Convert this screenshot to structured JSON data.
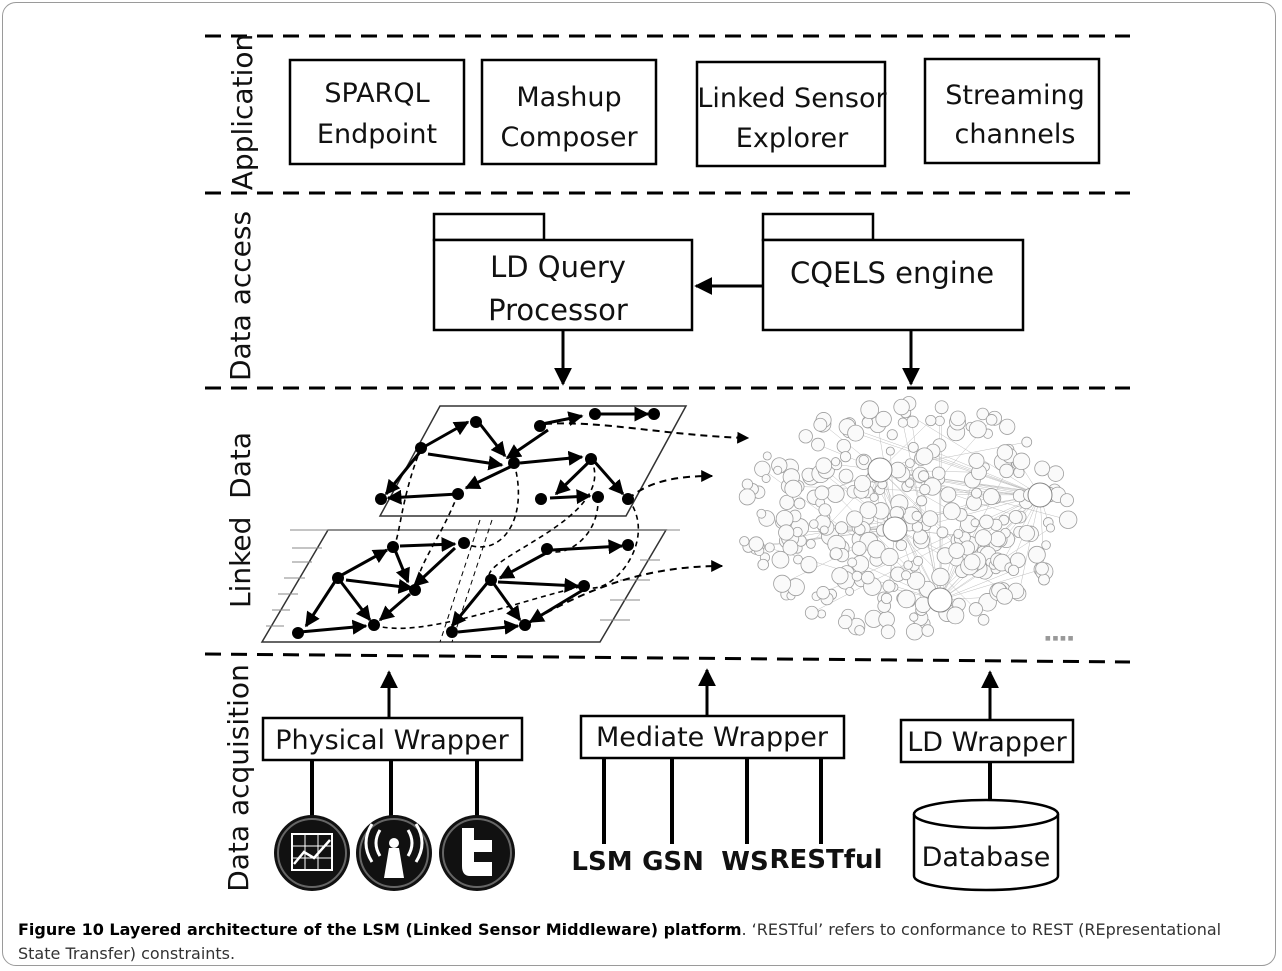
{
  "layers": {
    "application": "Application",
    "data_access": "Data access",
    "linked_data": "Linked  Data",
    "data_acquisition": "Data acquisition"
  },
  "application": {
    "sparql": [
      "SPARQL",
      "Endpoint"
    ],
    "mashup": [
      "Mashup",
      "Composer"
    ],
    "explorer": [
      "Linked Sensor",
      "Explorer"
    ],
    "streaming": [
      "Streaming",
      "channels"
    ]
  },
  "data_access": {
    "ld_query": [
      "LD Query",
      "Processor"
    ],
    "cqels": "CQELS engine"
  },
  "data_acquisition": {
    "physical": "Physical Wrapper",
    "mediate": "Mediate Wrapper",
    "ld": "LD Wrapper",
    "sources": [
      "LSM",
      "GSN",
      "WS",
      "RESTful"
    ],
    "database": "Database"
  },
  "icons": [
    "chart-icon",
    "antenna-icon",
    "twitter-icon"
  ],
  "caption": {
    "title": "Figure 10 Layered architecture of the LSM (Linked Sensor Middleware) platform",
    "text": ". ‘RESTful’ refers to conformance to REST (REpresentational State Transfer) constraints."
  }
}
